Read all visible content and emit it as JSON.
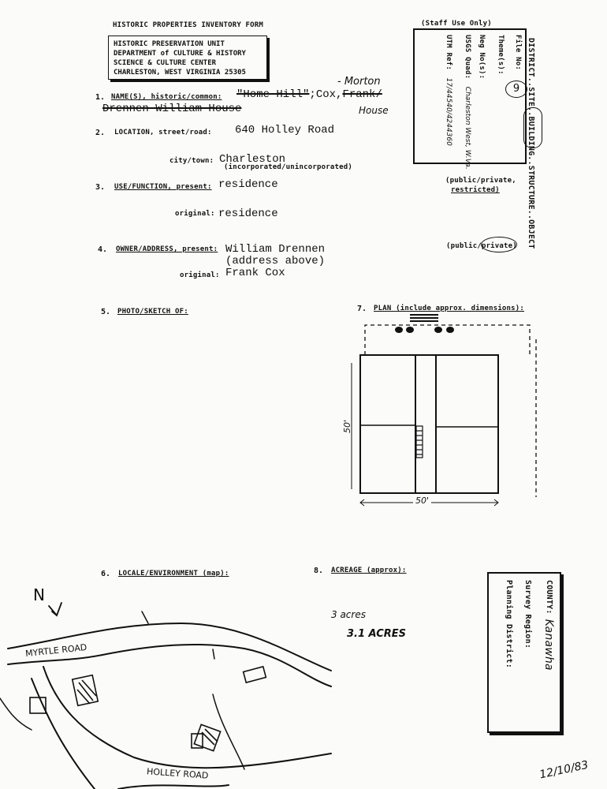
{
  "form_title": "HISTORIC PROPERTIES INVENTORY FORM",
  "staff_use": "(Staff Use Only)",
  "agency": {
    "line1": "HISTORIC PRESERVATION UNIT",
    "line2": "DEPARTMENT of CULTURE & HISTORY",
    "line3": "SCIENCE & CULTURE CENTER",
    "line4": "CHARLESTON, WEST VIRGINIA  25305"
  },
  "staff_box": {
    "file_no_label": "File No:",
    "file_no_value": "9",
    "theme_label": "Theme(s):",
    "neg_label": "Neg No(s):",
    "usgs_label": "USGS Quad:",
    "usgs_value": "Charleston West, W.Va.",
    "utm_label": "UTM Ref:",
    "utm_value": "17/44540/4244360"
  },
  "category_line": "DISTRICT..SITE..BUILDING..STRUCTURE..OBJECT",
  "item1": {
    "num": "1.",
    "label": "NAME(S), historic/common:",
    "struck_name": "\"Home Hill\"",
    "value": ";Cox,",
    "struck_frank": "Frank/",
    "line2_struck": "Drennen-William House",
    "hand_morton": "- Morton",
    "hand_house": "House"
  },
  "item2": {
    "num": "2.",
    "label": "LOCATION, street/road:",
    "value": "640 Holley Road",
    "city_label": "city/town:",
    "city_value": "Charleston",
    "incorp": "(incorporated/unincorporated)"
  },
  "item3": {
    "num": "3.",
    "label": "USE/FUNCTION, present:",
    "present_value": "residence",
    "original_label": "original:",
    "original_value": "residence",
    "public_private_1": "(public/private,",
    "restricted": "restricted)"
  },
  "item4": {
    "num": "4.",
    "label": "OWNER/ADDRESS, present:",
    "present_line1": "William Drennen",
    "present_line2": "(address above)",
    "original_label": "original:",
    "original_value": "Frank Cox",
    "public_private_2": "(public/private)"
  },
  "item5": {
    "num": "5.",
    "label": "PHOTO/SKETCH OF:"
  },
  "item7": {
    "num": "7.",
    "label": "PLAN (include approx. dimensions):",
    "dim_side": "50'",
    "dim_bottom": "50'"
  },
  "item6": {
    "num": "6.",
    "label": "LOCALE/ENVIRONMENT (map):",
    "north": "N",
    "road1": "MYRTLE ROAD",
    "road2": "HOLLEY ROAD"
  },
  "item8": {
    "num": "8.",
    "label": "ACREAGE (approx):",
    "hand1": "3 acres",
    "hand2": "3.1 ACRES"
  },
  "county_box": {
    "county_label": "COUNTY:",
    "county_value": "Kanawha",
    "survey_label": "Survey Region:",
    "planning_label": "Planning District:"
  },
  "date_hand": "12/10/83"
}
